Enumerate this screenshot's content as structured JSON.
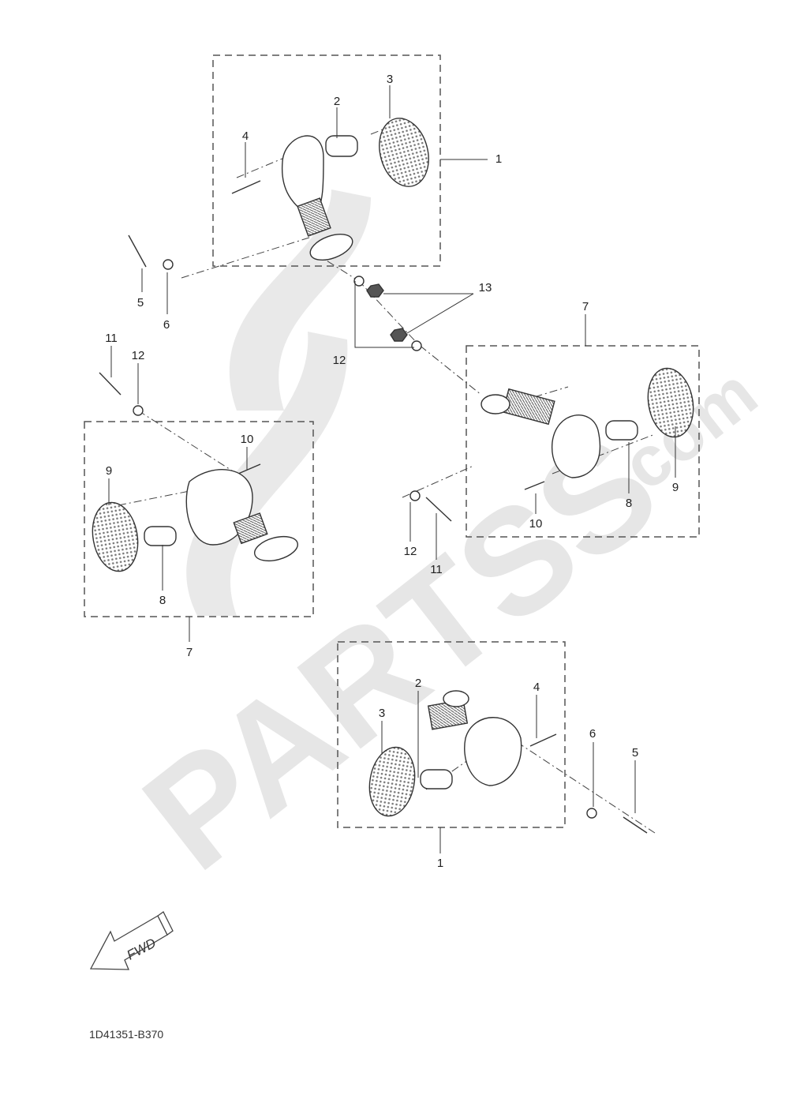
{
  "watermark": {
    "brand": "PARTSS",
    "suffix": ".com",
    "color": "#e6e6e6"
  },
  "diagram_code": "1D41351-B370",
  "fwd_label": "FWD",
  "callouts": {
    "top": {
      "c1": "1",
      "c2": "2",
      "c3": "3",
      "c4": "4",
      "c5": "5",
      "c6": "6",
      "c12": "12",
      "c13": "13"
    },
    "left": {
      "c7": "7",
      "c8": "8",
      "c9": "9",
      "c10": "10",
      "c11": "11",
      "c12": "12"
    },
    "right": {
      "c7": "7",
      "c8": "8",
      "c9": "9",
      "c10": "10",
      "c11": "11",
      "c12": "12"
    },
    "bottom": {
      "c1": "1",
      "c2": "2",
      "c3": "3",
      "c4": "4",
      "c5": "5",
      "c6": "6"
    }
  }
}
